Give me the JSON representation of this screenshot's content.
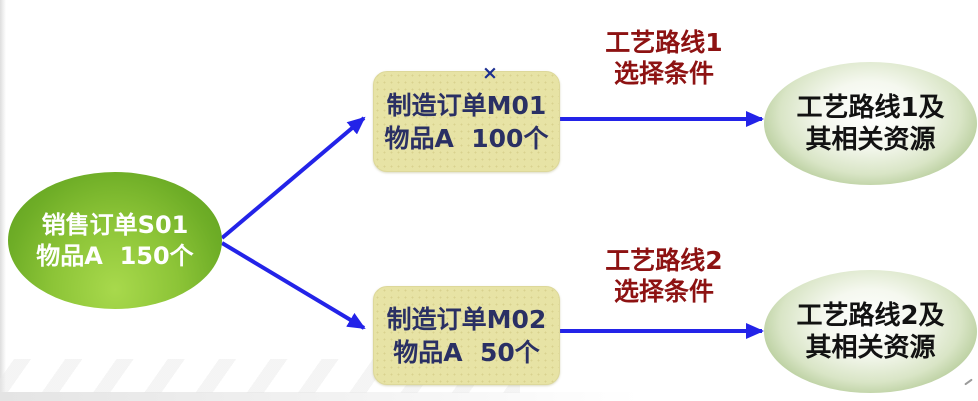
{
  "flow": {
    "source": {
      "line1": "销售订单S01",
      "line2": "物品A  150个"
    },
    "orders": [
      {
        "line1": "制造订单M01",
        "line2": "物品A  100个",
        "marker": "×"
      },
      {
        "line1": "制造订单M02",
        "line2": "物品A  50个"
      }
    ],
    "conditions": [
      {
        "line1": "工艺路线1",
        "line2": "选择条件"
      },
      {
        "line1": "工艺路线2",
        "line2": "选择条件"
      }
    ],
    "routes": [
      {
        "line1": "工艺路线1及",
        "line2": "其相关资源"
      },
      {
        "line1": "工艺路线2及",
        "line2": "其相关资源"
      }
    ]
  },
  "colors": {
    "arrow_blue": "#2323e8",
    "label_red": "#8d1212",
    "source_green_dark": "#5c9e1e",
    "source_green_light": "#a8d94c",
    "order_box_fill": "#e7e3a5",
    "order_text_navy": "#2a3064",
    "route_ellipse_green": "#93b26e",
    "source_text": "#ffffff",
    "route_text": "#121212"
  }
}
